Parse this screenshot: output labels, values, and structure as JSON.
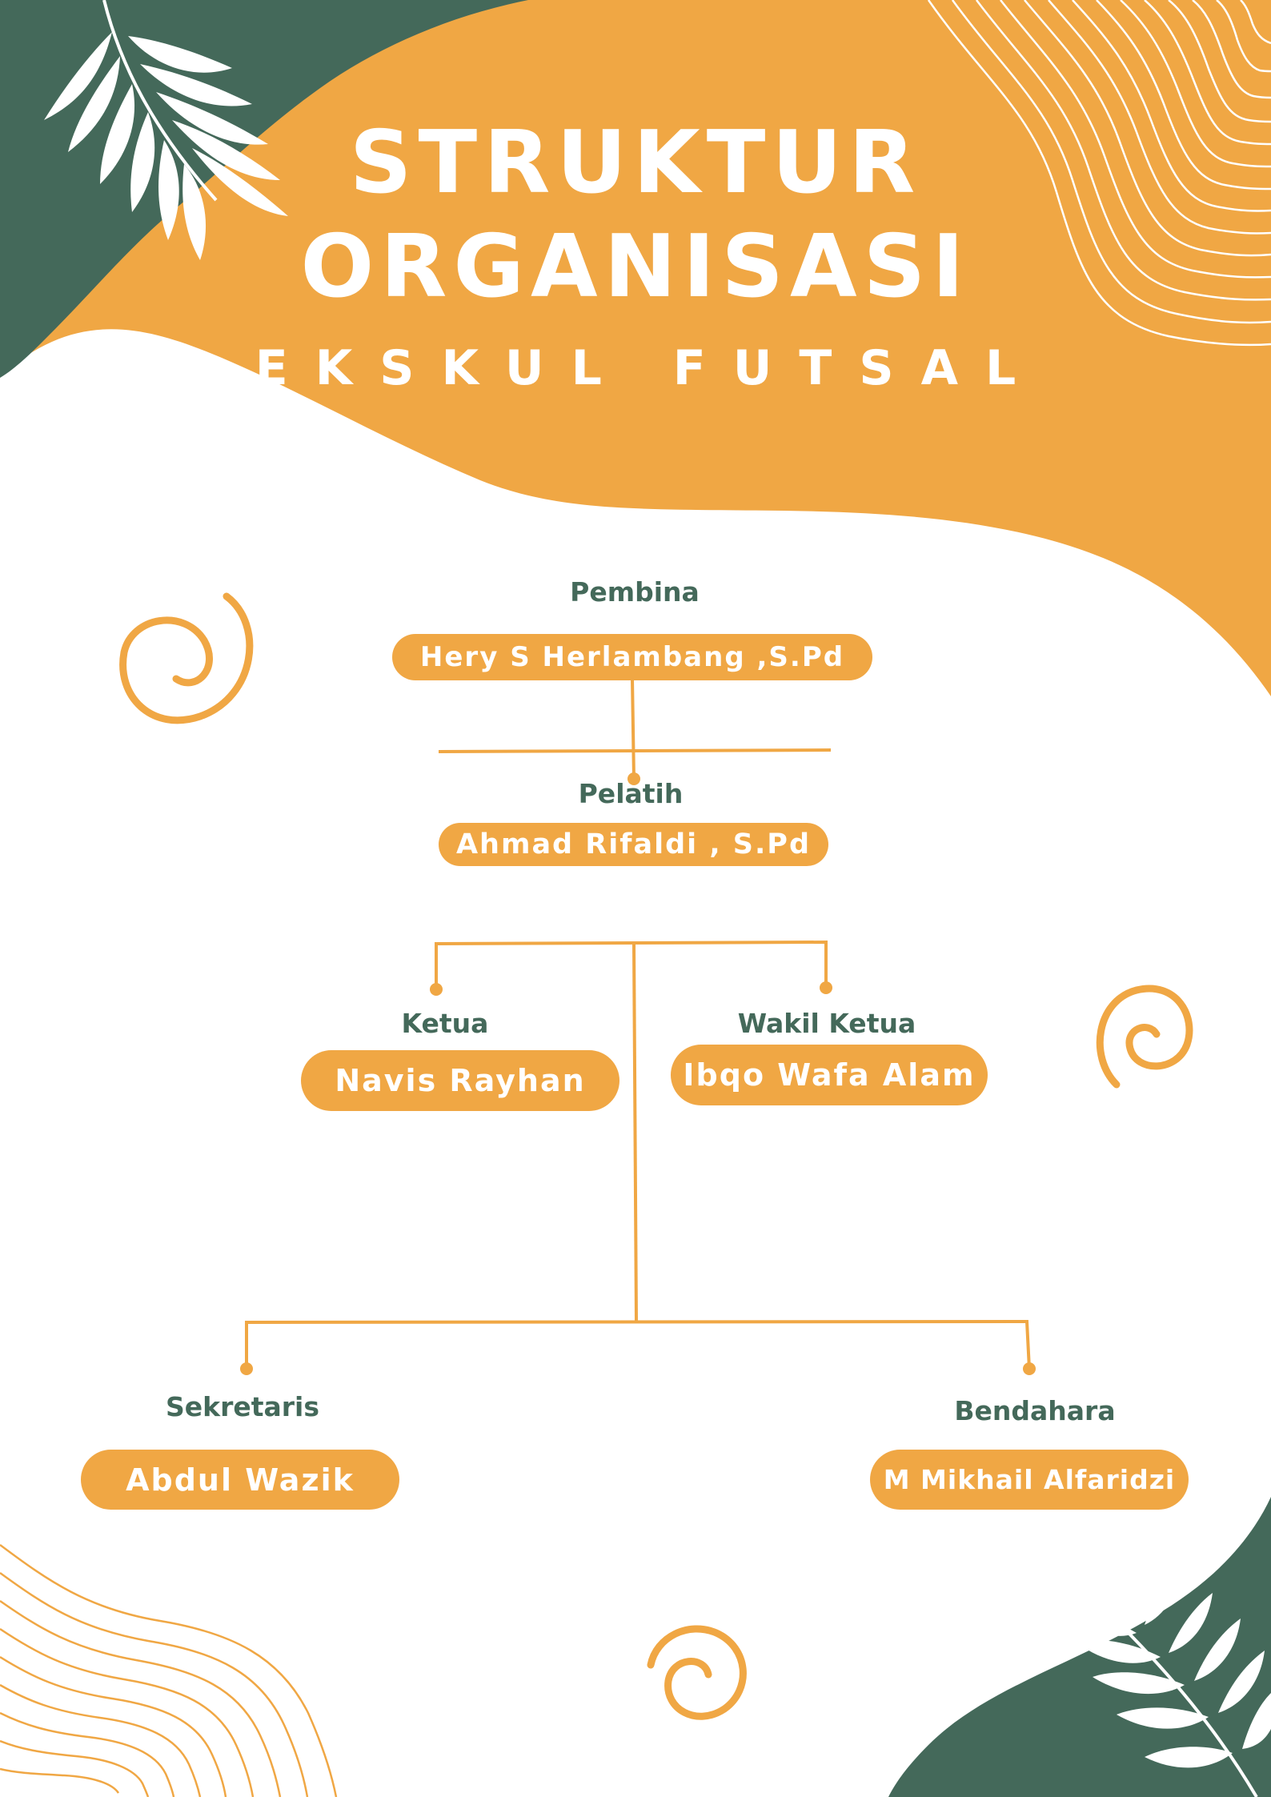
{
  "title": {
    "line1": "STRUKTUR",
    "line2": "ORGANISASI",
    "subtitle": "EKSKUL FUTSAL"
  },
  "nodes": {
    "pembina": {
      "role": "Pembina",
      "name": "Hery S Herlambang ,S.Pd"
    },
    "pelatih": {
      "role": "Pelatih",
      "name": "Ahmad Rifaldi , S.Pd"
    },
    "ketua": {
      "role": "Ketua",
      "name": "Navis Rayhan"
    },
    "wakil_ketua": {
      "role": "Wakil Ketua",
      "name": "Ibqo Wafa Alam"
    },
    "sekretaris": {
      "role": "Sekretaris",
      "name": "Abdul Wazik"
    },
    "bendahara": {
      "role": "Bendahara",
      "name": "M Mikhail Alfaridzi"
    }
  },
  "colors": {
    "orange": "#f0a744",
    "green": "#44695a",
    "white": "#ffffff"
  },
  "decor": {
    "leaf_icon": "palm-leaf-icon",
    "spiral_icon": "spiral-icon",
    "wave_lines": "contour-lines"
  }
}
